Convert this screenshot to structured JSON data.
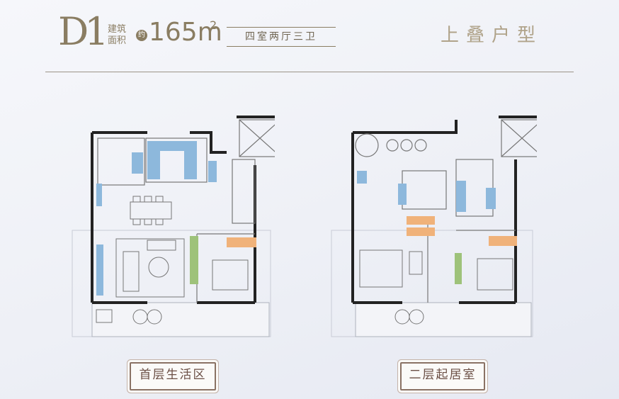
{
  "header": {
    "unit_code": "D1",
    "area_label_line1": "建筑",
    "area_label_line2": "面积",
    "approx_label": "约",
    "area_value": "165m",
    "area_unit_sup": "2",
    "layout": "四室两厅三卫",
    "type_title": "上叠户型"
  },
  "plans": [
    {
      "caption": "首层生活区"
    },
    {
      "caption": "二层起居室"
    }
  ],
  "colors": {
    "brand_gold": "#8a7d62",
    "wall": "#222222",
    "bathroom_blue": "#8db8dc",
    "closet_green": "#9ec27a",
    "kitchen_orange": "#f0b27a"
  }
}
